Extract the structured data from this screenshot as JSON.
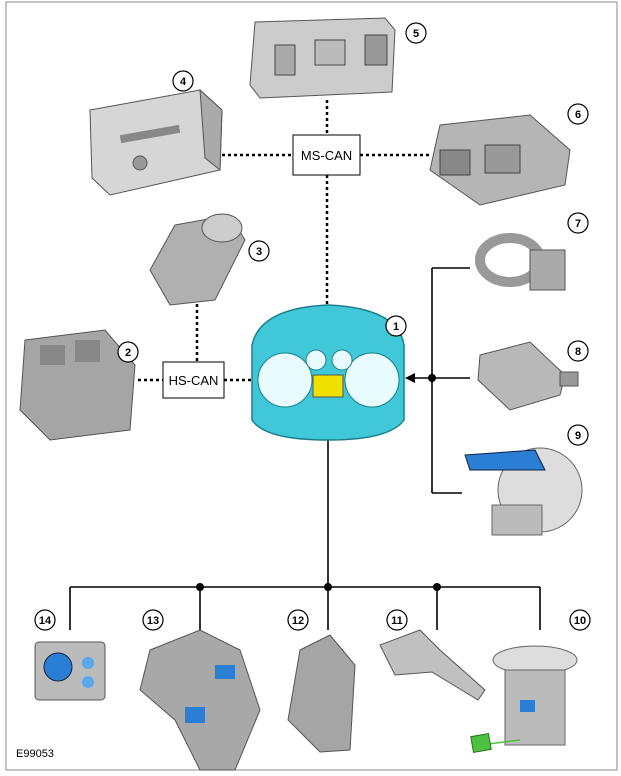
{
  "diagram": {
    "reference": "E99053",
    "bus_labels": {
      "ms_can": "MS-CAN",
      "hs_can": "HS-CAN"
    },
    "callouts": [
      "1",
      "2",
      "3",
      "4",
      "5",
      "6",
      "7",
      "8",
      "9",
      "10",
      "11",
      "12",
      "13",
      "14"
    ],
    "colors": {
      "cluster": "#40c8d8",
      "accent_blue": "#2a7fd4",
      "component_grey": "#b8b8b8",
      "green_connector": "#4cc040",
      "display_yellow": "#f0e000"
    }
  }
}
